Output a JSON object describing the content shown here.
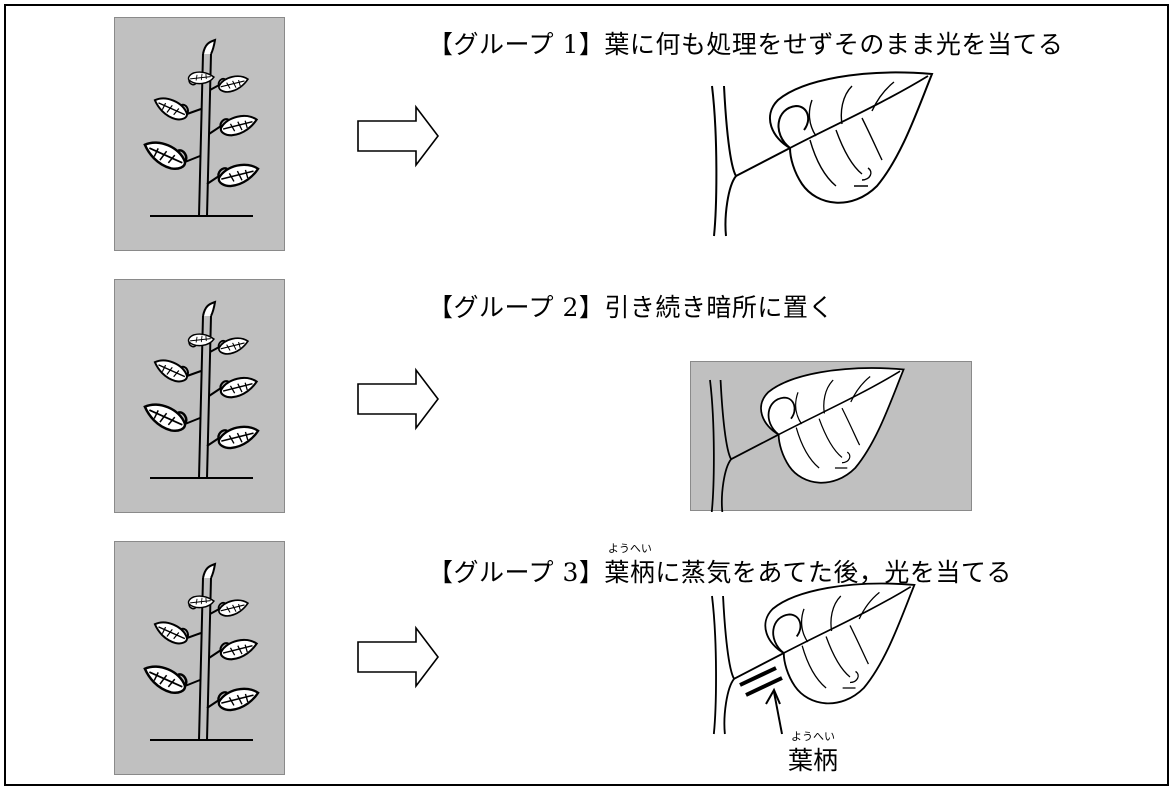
{
  "groups": [
    {
      "bracket_open": "【",
      "label": "グループ 1",
      "bracket_close": "】",
      "description": "葉に何も処理をせずそのまま光を当てる"
    },
    {
      "bracket_open": "【",
      "label": "グループ 2",
      "bracket_close": "】",
      "description": "引き続き暗所に置く"
    },
    {
      "bracket_open": "【",
      "label": "グループ 3",
      "bracket_close": "】",
      "description_kanji": "葉柄",
      "description_ruby": "ようへい",
      "description_rest": "に蒸気をあてた後，光を当てる"
    }
  ],
  "petiole_label": {
    "kanji": "葉柄",
    "ruby": "ようへい"
  },
  "colors": {
    "panel_gray": "#c0c0c0",
    "line": "#000000",
    "background": "#ffffff"
  },
  "icons": {
    "arrow": "right-hollow-arrow-icon",
    "plant": "plant-with-leaves-icon",
    "leaf": "leaf-on-stem-icon"
  }
}
